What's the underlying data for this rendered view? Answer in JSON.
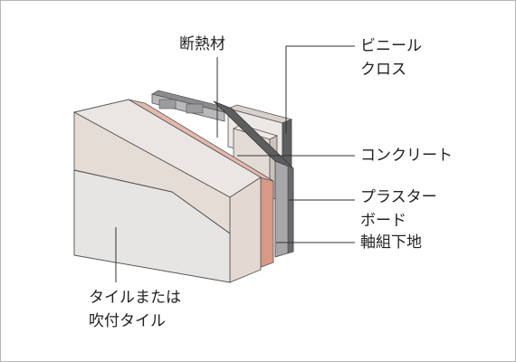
{
  "labels": {
    "insulation": "断熱材",
    "vinyl_cloth": [
      "ビニール",
      "クロス"
    ],
    "concrete": "コンクリート",
    "plaster_board": [
      "プラスター",
      "ボード"
    ],
    "framing": "軸組下地",
    "tile": [
      "タイルまたは",
      "吹付タイル"
    ]
  },
  "colors": {
    "tile_front": "#e6e5e3",
    "concrete_front": "#e6dcd6",
    "concrete_top": "#eae6e3",
    "insulation_top": "#e4b9ac",
    "insulation_side": "#d79a86",
    "plaster": "#a7a7a9",
    "frame_dark": "#5e5e60",
    "leader": "#333333",
    "border": "#b5b5b5"
  }
}
